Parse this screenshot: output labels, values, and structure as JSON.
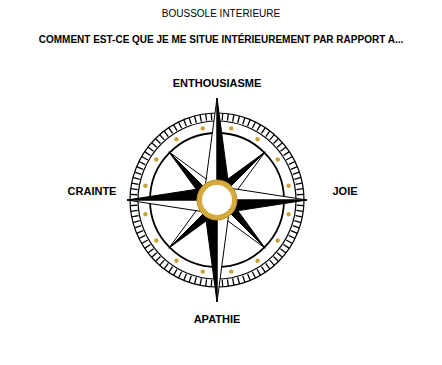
{
  "diagram": {
    "title": "BOUSSOLE INTERIEURE",
    "labels": [
      "COMMENT EST-CE QUE JE ME SITUE INTÉRIEUREMENT PAR RAPPORT A...",
      "ENTHOUSIASME",
      "CRAINTE",
      "JOIE",
      "APATHIE"
    ]
  }
}
